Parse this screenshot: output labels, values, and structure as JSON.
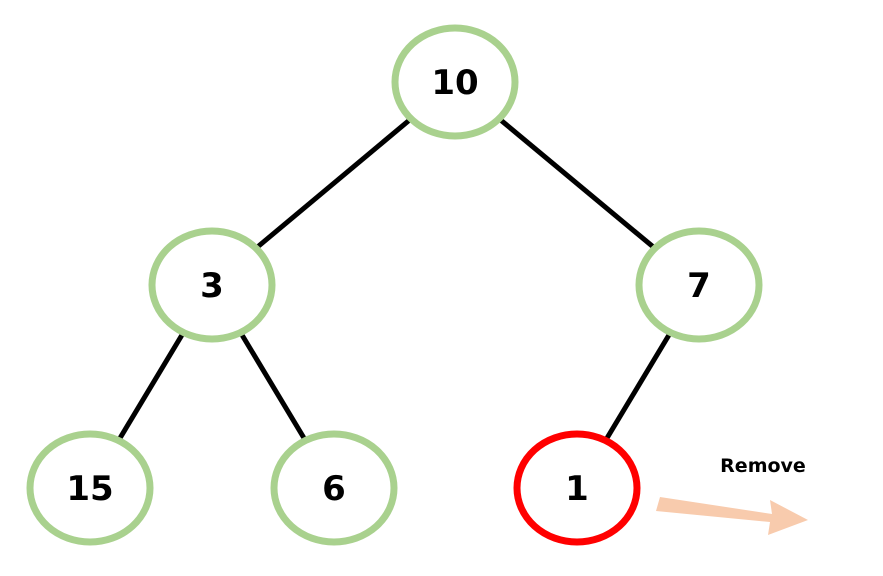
{
  "diagram": {
    "colors": {
      "node_stroke": "#a9d18e",
      "highlight_stroke": "#ff0000",
      "edge": "#000000",
      "arrow": "#f8cbad"
    },
    "nodes": [
      {
        "id": "n10",
        "label": "10",
        "highlighted": false
      },
      {
        "id": "n3",
        "label": "3",
        "highlighted": false
      },
      {
        "id": "n7",
        "label": "7",
        "highlighted": false
      },
      {
        "id": "n15",
        "label": "15",
        "highlighted": false
      },
      {
        "id": "n6",
        "label": "6",
        "highlighted": false
      },
      {
        "id": "n1",
        "label": "1",
        "highlighted": true
      }
    ],
    "edges": [
      {
        "from": "n10",
        "to": "n3"
      },
      {
        "from": "n10",
        "to": "n7"
      },
      {
        "from": "n3",
        "to": "n15"
      },
      {
        "from": "n3",
        "to": "n6"
      },
      {
        "from": "n7",
        "to": "n1"
      }
    ],
    "annotation": {
      "text": "Remove",
      "icon": "arrow-right-icon",
      "target": "n1"
    }
  }
}
